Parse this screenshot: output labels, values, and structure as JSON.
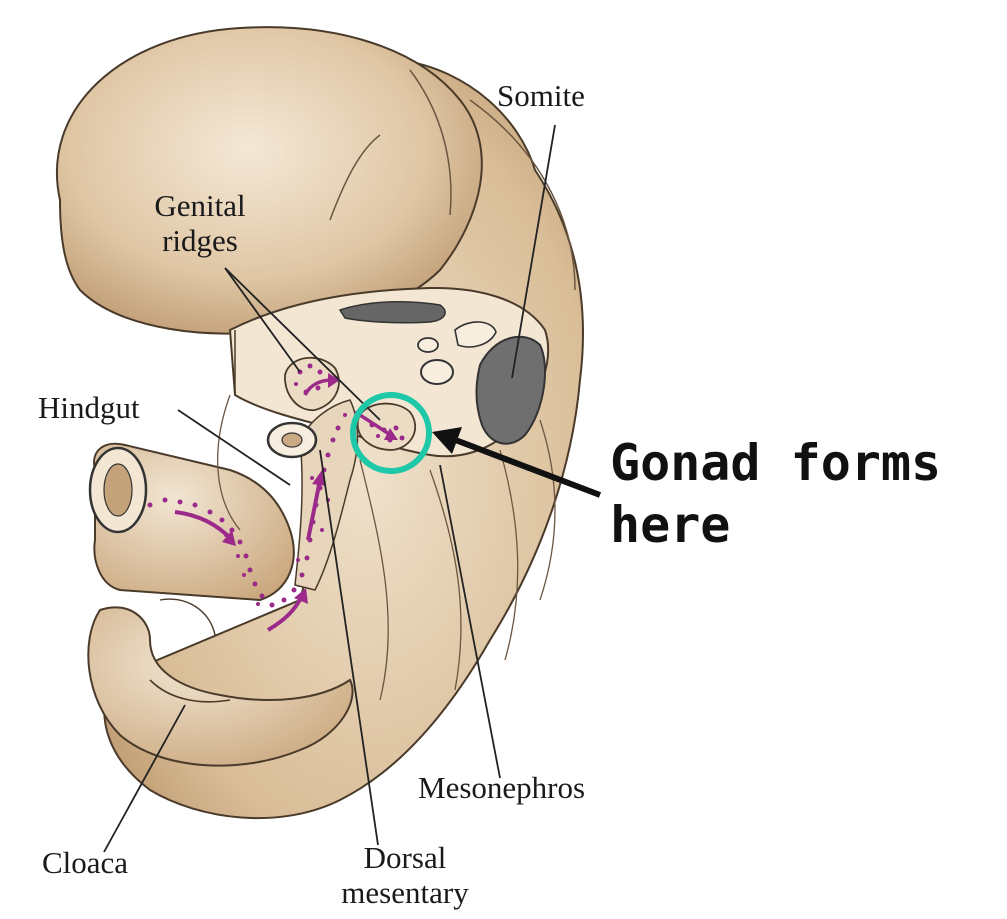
{
  "labels": {
    "somite": "Somite",
    "genital_ridges_line1": "Genital",
    "genital_ridges_line2": "ridges",
    "hindgut": "Hindgut",
    "mesonephros": "Mesonephros",
    "cloaca": "Cloaca",
    "dorsal_mesentary_line1": "Dorsal",
    "dorsal_mesentary_line2": "mesentary"
  },
  "callout": {
    "line1": "Gonad forms",
    "line2": "here"
  },
  "colors": {
    "embryo_fill": "#dcc3a1",
    "embryo_light": "#eedfc9",
    "embryo_outline": "#4a3a2a",
    "somite_gray": "#6b6b6b",
    "germ_cells": "#9b2a8a",
    "highlight_circle": "#1fc8a8",
    "arrow": "#111111"
  }
}
